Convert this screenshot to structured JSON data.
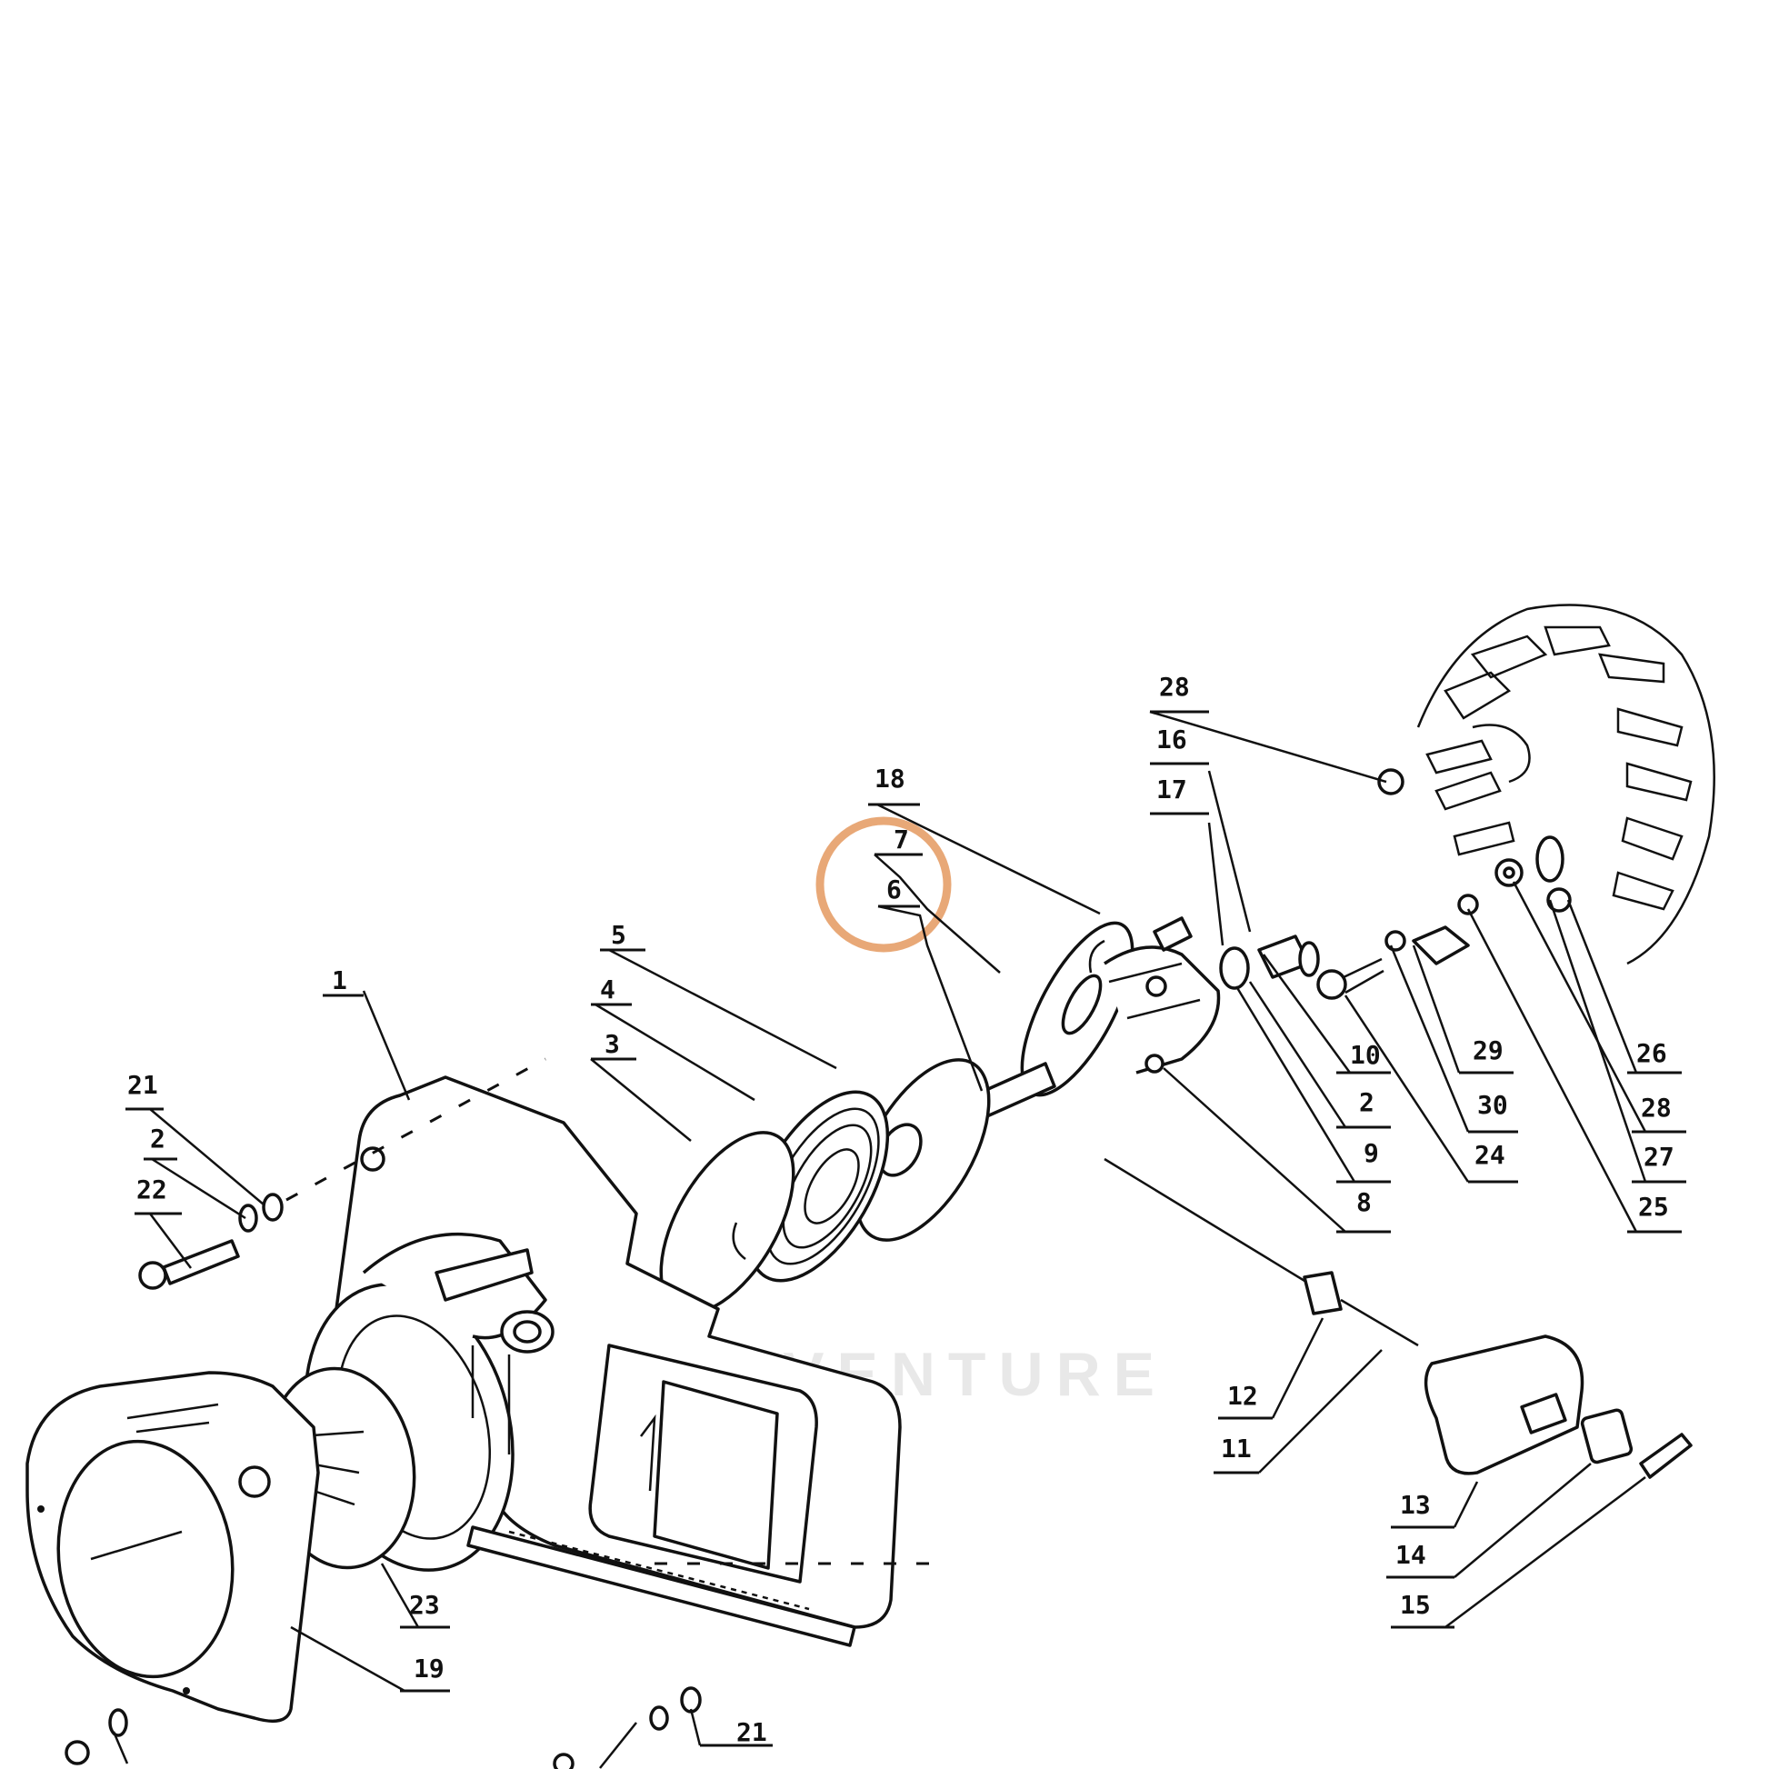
{
  "watermark": "LEADVENTURE",
  "highlight_color": "#E8A877",
  "callouts": [
    {
      "id": "c1",
      "label": "1"
    },
    {
      "id": "c3",
      "label": "3"
    },
    {
      "id": "c4",
      "label": "4"
    },
    {
      "id": "c5",
      "label": "5"
    },
    {
      "id": "c7",
      "label": "7"
    },
    {
      "id": "c6",
      "label": "6"
    },
    {
      "id": "c18",
      "label": "18"
    },
    {
      "id": "c28a",
      "label": "28"
    },
    {
      "id": "c16",
      "label": "16"
    },
    {
      "id": "c17",
      "label": "17"
    },
    {
      "id": "c21a",
      "label": "21"
    },
    {
      "id": "c2a",
      "label": "2"
    },
    {
      "id": "c22",
      "label": "22"
    },
    {
      "id": "c10",
      "label": "10"
    },
    {
      "id": "c2b",
      "label": "2"
    },
    {
      "id": "c9",
      "label": "9"
    },
    {
      "id": "c8",
      "label": "8"
    },
    {
      "id": "c29",
      "label": "29"
    },
    {
      "id": "c30",
      "label": "30"
    },
    {
      "id": "c24",
      "label": "24"
    },
    {
      "id": "c26",
      "label": "26"
    },
    {
      "id": "c28b",
      "label": "28"
    },
    {
      "id": "c27",
      "label": "27"
    },
    {
      "id": "c25",
      "label": "25"
    },
    {
      "id": "c12",
      "label": "12"
    },
    {
      "id": "c11",
      "label": "11"
    },
    {
      "id": "c13",
      "label": "13"
    },
    {
      "id": "c14",
      "label": "14"
    },
    {
      "id": "c15",
      "label": "15"
    },
    {
      "id": "c23",
      "label": "23"
    },
    {
      "id": "c19",
      "label": "19"
    },
    {
      "id": "c21b",
      "label": "21"
    }
  ]
}
